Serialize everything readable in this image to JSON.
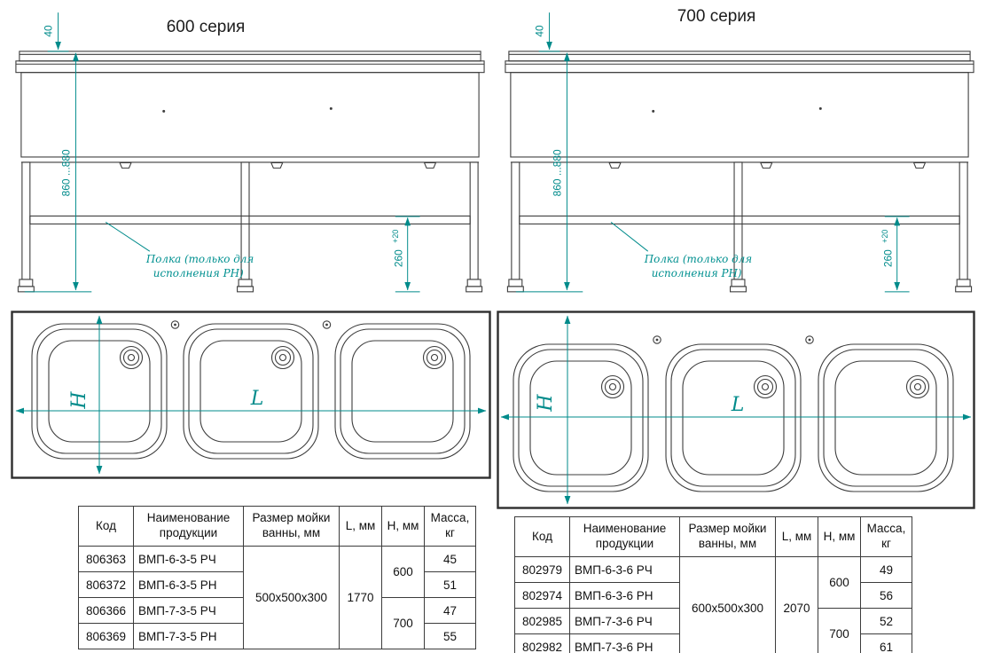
{
  "colors": {
    "accent": "#008b8b",
    "line": "#3d3d3d"
  },
  "series600": {
    "title": "600 серия",
    "front": {
      "dim_top": "40",
      "dim_height": "860 ...880",
      "dim_shelf": "260",
      "dim_shelf_tol": "+20",
      "shelf_note_line1": "Полка (только для",
      "shelf_note_line2": "исполнения РН)"
    },
    "plan": {
      "height_label": "H",
      "length_label": "L"
    },
    "table": {
      "headers": [
        "Код",
        "Наименование продукции",
        "Размер мойки ванны, мм",
        "L, мм",
        "H, мм",
        "Масса, кг"
      ],
      "bowl_size": "500x500x300",
      "length": "1770",
      "h_600": "600",
      "h_700": "700",
      "rows": [
        {
          "code": "806363",
          "name": "ВМП-6-3-5 РЧ",
          "mass": "45"
        },
        {
          "code": "806372",
          "name": "ВМП-6-3-5 РН",
          "mass": "51"
        },
        {
          "code": "806366",
          "name": "ВМП-7-3-5 РЧ",
          "mass": "47"
        },
        {
          "code": "806369",
          "name": "ВМП-7-3-5 РН",
          "mass": "55"
        }
      ]
    }
  },
  "series700": {
    "title": "700 серия",
    "front": {
      "dim_top": "40",
      "dim_height": "860 ...880",
      "dim_shelf": "260",
      "dim_shelf_tol": "+20",
      "shelf_note_line1": "Полка (только для",
      "shelf_note_line2": "исполнения РН)"
    },
    "plan": {
      "height_label": "H",
      "length_label": "L"
    },
    "table": {
      "headers": [
        "Код",
        "Наименование продукции",
        "Размер мойки ванны, мм",
        "L, мм",
        "H, мм",
        "Масса, кг"
      ],
      "bowl_size": "600x500x300",
      "length": "2070",
      "h_600": "600",
      "h_700": "700",
      "rows": [
        {
          "code": "802979",
          "name": "ВМП-6-3-6 РЧ",
          "mass": "49"
        },
        {
          "code": "802974",
          "name": "ВМП-6-3-6 РН",
          "mass": "56"
        },
        {
          "code": "802985",
          "name": "ВМП-7-3-6 РЧ",
          "mass": "52"
        },
        {
          "code": "802982",
          "name": "ВМП-7-3-6 РН",
          "mass": "61"
        }
      ]
    }
  }
}
